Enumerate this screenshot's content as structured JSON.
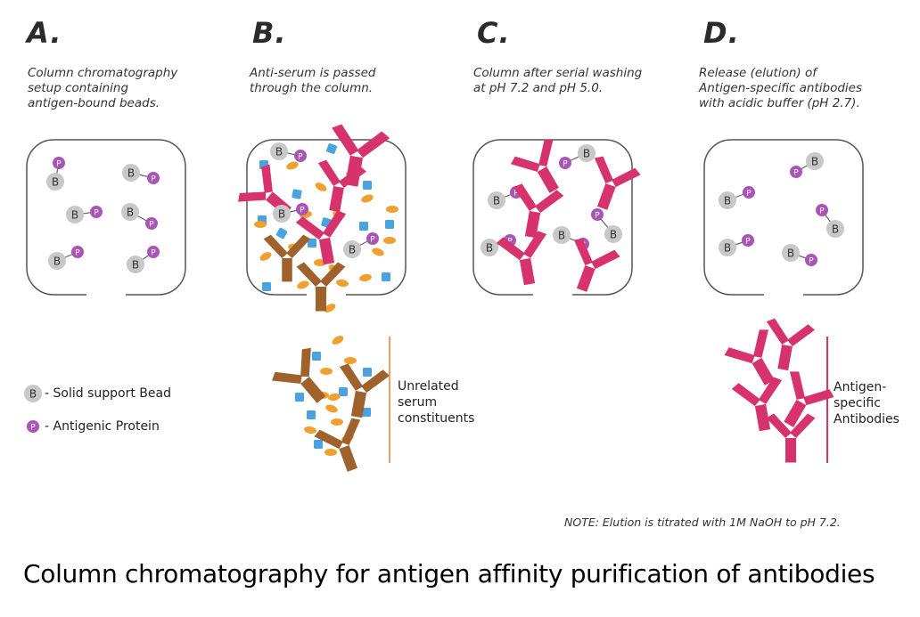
{
  "panels": [
    {
      "letter": "A.",
      "caption_lines": [
        "Column chromatography",
        "setup containing",
        "antigen-bound beads."
      ]
    },
    {
      "letter": "B.",
      "caption_lines": [
        "Anti-serum is passed",
        "through the column."
      ]
    },
    {
      "letter": "C.",
      "caption_lines": [
        "Column after serial washing",
        "at pH 7.2 and pH 5.0."
      ]
    },
    {
      "letter": "D.",
      "caption_lines": [
        "Release (elution) of",
        "Antigen-specific antibodies",
        "with acidic buffer (pH 2.7)."
      ]
    }
  ],
  "legend": {
    "bead_symbol": "B",
    "bead_text": "- Solid support Bead",
    "protein_symbol": "P",
    "protein_text": "- Antigenic Protein"
  },
  "labels": {
    "unrelated": [
      "Unrelated",
      "serum",
      "constituents"
    ],
    "antibodies": [
      "Antigen-",
      "specific",
      "Antibodies"
    ]
  },
  "note": "NOTE: Elution is titrated with 1M NaOH to pH 7.2.",
  "title": "Column chromatography for antigen affinity purification of antibodies",
  "colors": {
    "bead": "#c8c8c8",
    "protein": "#a855b5",
    "antibody_specific": "#d6336c",
    "antibody_unrelated": "#a0622d",
    "orange_particle": "#f0a030",
    "blue_particle": "#4aa3df",
    "column_border": "#555555",
    "divider": "#e0a070"
  },
  "icons": [
    "bead-icon",
    "antigen-protein-icon",
    "antibody-y-icon",
    "orange-particle-icon",
    "blue-square-icon"
  ]
}
